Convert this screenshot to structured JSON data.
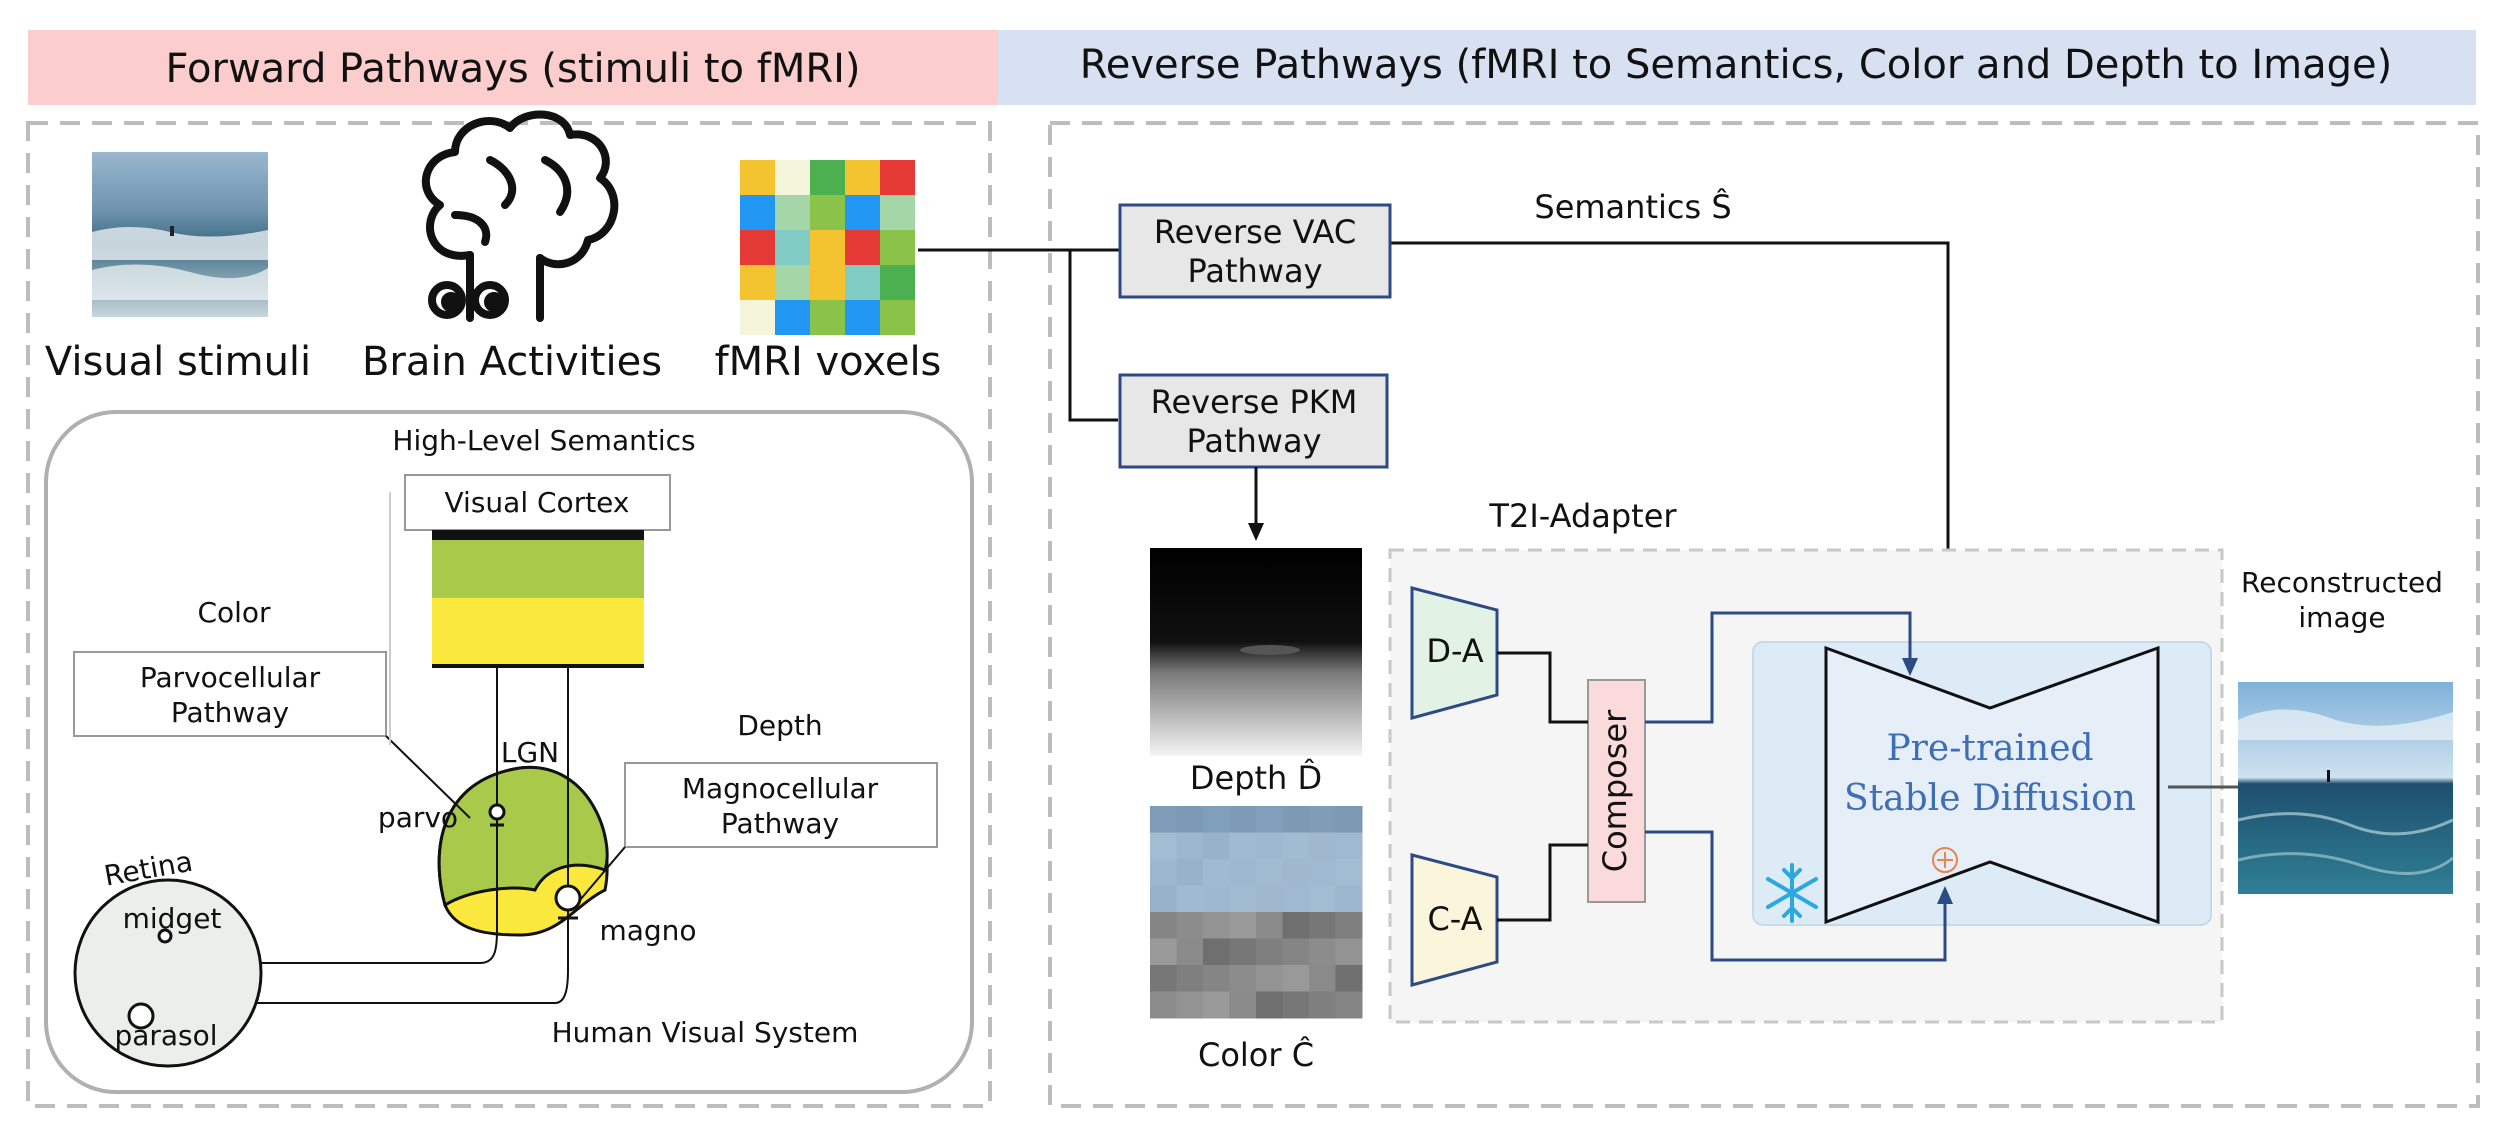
{
  "forward": {
    "title": "Forward Pathways (stimuli to fMRI)",
    "header_color": "#fbcdcc",
    "inputs": {
      "visual_stimuli": "Visual stimuli",
      "brain_activities": "Brain Activities",
      "fmri_voxels": "fMRI voxels"
    },
    "hvs": {
      "high_level": "High-Level Semantics",
      "visual_cortex": "Visual Cortex",
      "color": "Color",
      "depth": "Depth",
      "parvo_pathway_1": "Parvocellular",
      "parvo_pathway_2": "Pathway",
      "magno_pathway_1": "Magnocellular",
      "magno_pathway_2": "Pathway",
      "lgn": "LGN",
      "parvo": "parvo",
      "magno": "magno",
      "retina": "Retina",
      "midget": "midget",
      "parasol": "parasol",
      "system": "Human Visual System"
    }
  },
  "reverse": {
    "title": "Reverse Pathways (fMRI to Semantics, Color and Depth to Image)",
    "header_color": "#d7e1f2",
    "vac_1": "Reverse VAC",
    "vac_2": "Pathway",
    "pkm_1": "Reverse PKM",
    "pkm_2": "Pathway",
    "semantics": "Semantics Ŝ",
    "depth_label": "Depth D̂",
    "color_label": "Color Ĉ",
    "t2i": "T2I-Adapter",
    "da": "D-A",
    "ca": "C-A",
    "composer": "Composer",
    "sd_1": "Pre-trained",
    "sd_2": "Stable Diffusion",
    "recon_1": "Reconstructed",
    "recon_2": "image"
  },
  "colors": {
    "box_border": "#2c4a86",
    "box_fill": "#e7e7e7",
    "green": "#a9c94a",
    "yellow": "#fbe83d",
    "sd_text": "#3e6fb6",
    "sd_panel": "#dcebf5",
    "composer_fill": "#fadadb",
    "da_fill": "#e2f2e4",
    "ca_fill": "#fbf5dc",
    "snowflake": "#2aa8e0",
    "plus": "#e9844f"
  },
  "icons": [
    "brain-icon",
    "snowflake-icon",
    "plus-icon"
  ]
}
